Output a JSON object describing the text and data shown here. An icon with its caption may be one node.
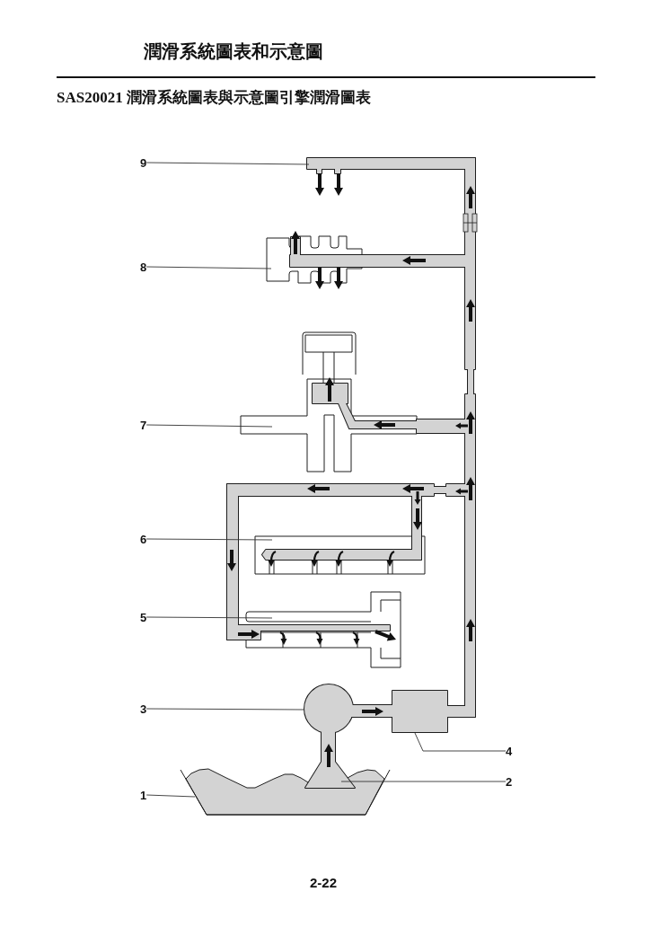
{
  "diagram": {
    "title": "SAS20021 潤滑系統圖表與示意圖引擎潤滑圖表",
    "nodes": [
      {
        "text": [
          "9"
        ]
      },
      {
        "text": [
          "8"
        ]
      },
      {
        "text": [
          "7"
        ]
      },
      {
        "text": [
          "6"
        ]
      },
      {
        "text": [
          "5"
        ]
      },
      {
        "text": [
          "3"
        ]
      },
      {
        "text": [
          "4"
        ]
      },
      {
        "text": [
          "2"
        ]
      },
      {
        "text": [
          "1"
        ]
      }
    ],
    "edges": [
      {
        "from": 0,
        "to": null,
        "arrow": "none"
      },
      {
        "from": 1,
        "to": null,
        "arrow": "none"
      },
      {
        "from": 2,
        "to": null,
        "arrow": "none"
      },
      {
        "from": 3,
        "to": null,
        "arrow": "none"
      },
      {
        "from": 4,
        "to": null,
        "arrow": "none"
      },
      {
        "from": 5,
        "to": null,
        "arrow": "none"
      },
      {
        "from": 6,
        "to": null,
        "arrow": "none"
      },
      {
        "from": 7,
        "to": null,
        "arrow": "none"
      },
      {
        "from": 8,
        "to": null,
        "arrow": "none"
      }
    ],
    "labels": [
      "潤滑系統圖表和示意圖",
      "2-22"
    ]
  }
}
